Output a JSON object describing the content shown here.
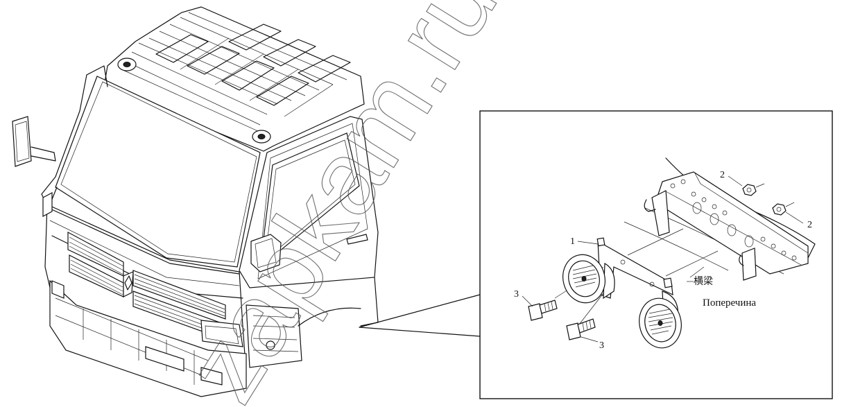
{
  "diagram": {
    "watermark": "zapkam.ru",
    "callouts": {
      "horn_bracket": "1",
      "nut_left": "2",
      "nut_right": "2",
      "bolt_left": "3",
      "bolt_bottom": "3"
    },
    "crossbeam_label_cn": "横梁",
    "crossbeam_label_ru": "Поперечина"
  }
}
